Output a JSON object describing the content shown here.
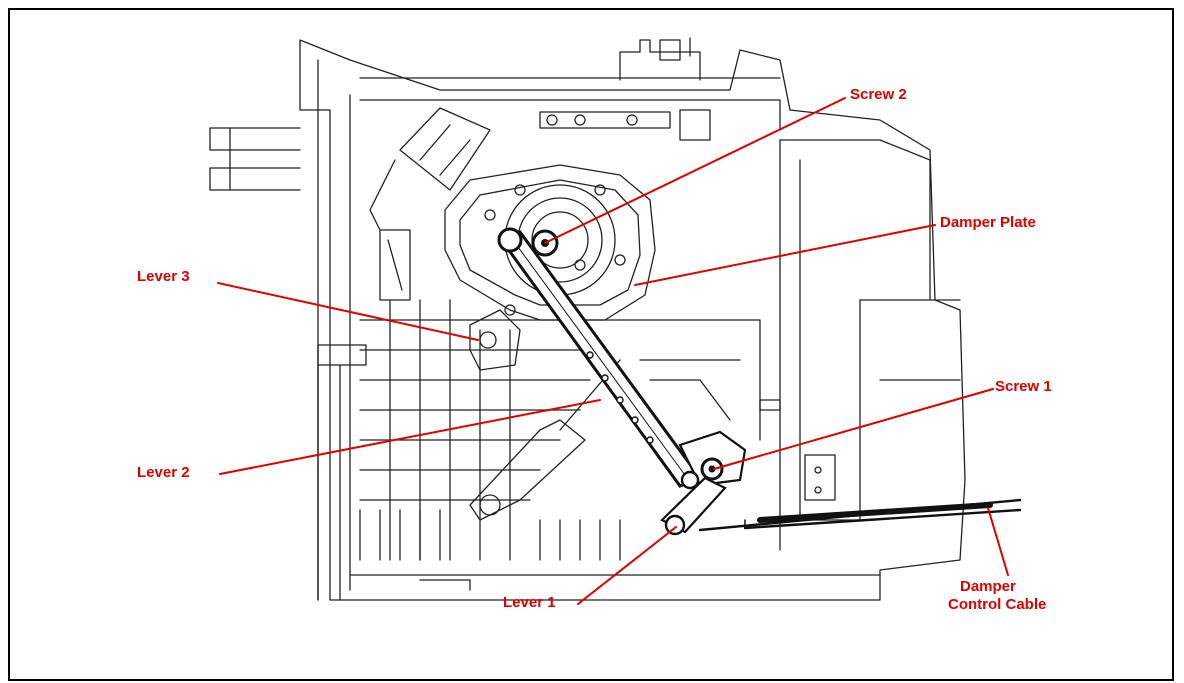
{
  "colors": {
    "callout": "#dd0000",
    "drawing": "#222222",
    "frame": "#000000",
    "background": "#ffffff"
  },
  "labels": {
    "screw2": "Screw 2",
    "damper_plate": "Damper Plate",
    "lever3": "Lever 3",
    "screw1": "Screw 1",
    "lever2": "Lever 2",
    "lever1": "Lever 1",
    "damper_control_cable_line1": "Damper",
    "damper_control_cable_line2": "Control Cable"
  }
}
